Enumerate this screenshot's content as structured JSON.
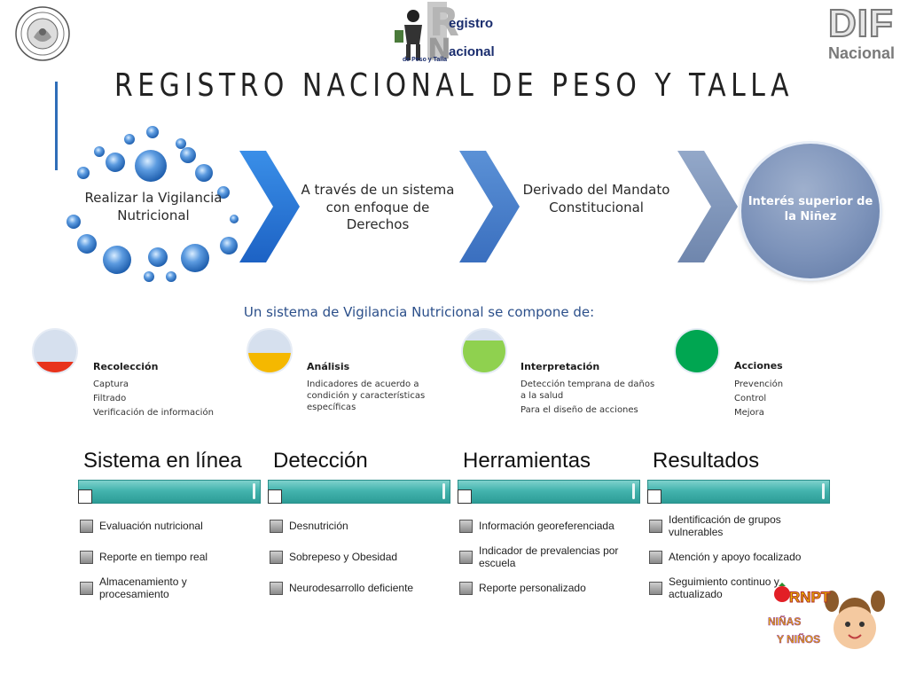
{
  "title": "REGISTRO NACIONAL DE PESO Y TALLA",
  "logos": {
    "registro_line1": "egistro",
    "registro_line2": "acional",
    "registro_sub": "de Peso y Talla",
    "dif_big": "DIF",
    "dif_small": "Nacional",
    "rnpt": "RNPT",
    "ninas": "NIÑAS",
    "ninos": "Y NIÑOS"
  },
  "steps": [
    {
      "label": "Realizar la Vigilancia Nutricional"
    },
    {
      "label": "A través de un sistema con enfoque de Derechos"
    },
    {
      "label": "Derivado del Mandato Constitucional"
    },
    {
      "label": "Interés superior de la Niñez"
    }
  ],
  "subtitle": "Un sistema de Vigilancia Nutricional se compone de:",
  "components": [
    {
      "title": "Recolección",
      "color": "#e8331c",
      "fill": 0.25,
      "items": [
        "Captura",
        "Filtrado",
        "Verificación de información"
      ]
    },
    {
      "title": "Análisis",
      "color": "#f5b800",
      "fill": 0.45,
      "items": [
        "Indicadores de acuerdo a condición y características específicas"
      ]
    },
    {
      "title": "Interpretación",
      "color": "#8fd14f",
      "fill": 0.75,
      "items": [
        "Detección temprana de daños a la salud",
        "Para el diseño de acciones"
      ]
    },
    {
      "title": "Acciones",
      "color": "#00a651",
      "fill": 1.0,
      "items": [
        "Prevención",
        "Control",
        "Mejora"
      ]
    }
  ],
  "columns": [
    {
      "header": "Sistema en línea",
      "items": [
        "Evaluación nutricional",
        "Reporte en tiempo real",
        "Almacenamiento y procesamiento"
      ]
    },
    {
      "header": "Detección",
      "items": [
        "Desnutrición",
        "Sobrepeso y Obesidad",
        "Neurodesarrollo deficiente"
      ]
    },
    {
      "header": "Herramientas",
      "items": [
        "Información georeferenciada",
        "Indicador de prevalencias por escuela",
        "Reporte personalizado"
      ]
    },
    {
      "header": "Resultados",
      "items": [
        "Identificación de grupos vulnerables",
        "Atención y apoyo focalizado",
        "Seguimiento continuo y actualizado"
      ]
    }
  ]
}
